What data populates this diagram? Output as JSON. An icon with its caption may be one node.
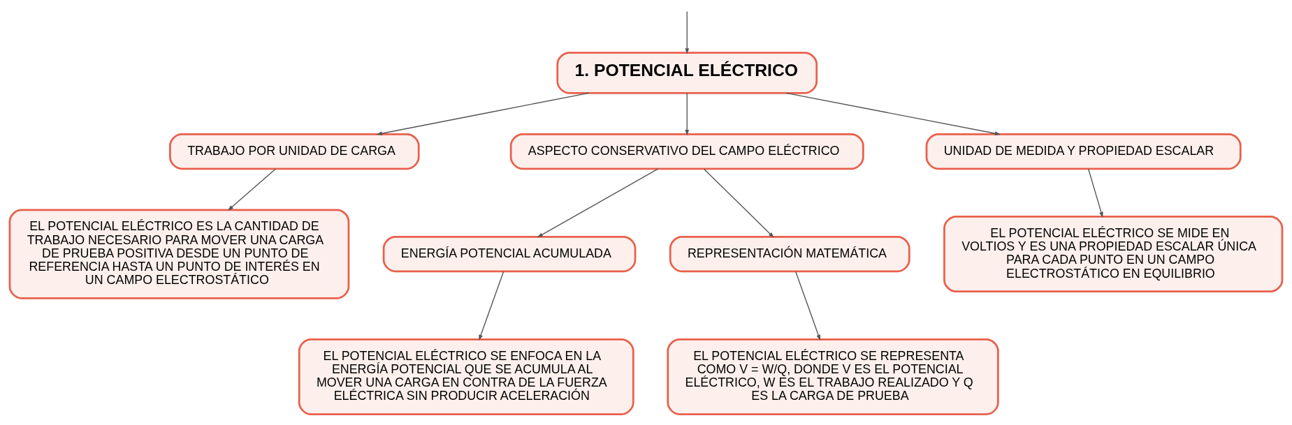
{
  "diagram": {
    "nodes": [
      {
        "text": [
          "1. POTENCIAL ELÉCTRICO"
        ]
      },
      {
        "text": [
          "TRABAJO POR UNIDAD DE CARGA"
        ]
      },
      {
        "text": [
          "ASPECTO CONSERVATIVO DEL CAMPO ELÉCTRICO"
        ]
      },
      {
        "text": [
          "UNIDAD DE MEDIDA Y PROPIEDAD ESCALAR"
        ]
      },
      {
        "text": [
          "EL POTENCIAL ELÉCTRICO ES LA CANTIDAD DE TRABAJO NECESARIO PARA MOVER UNA CARGA DE PRUEBA POSITIVA DESDE UN PUNTO DE REFERENCIA HASTA UN PUNTO DE INTERÉS EN UN CAMPO ELECTROSTÁTICO"
        ]
      },
      {
        "text": [
          "ENERGÍA POTENCIAL ACUMULADA"
        ]
      },
      {
        "text": [
          "REPRESENTACIÓN MATEMÁTICA"
        ]
      },
      {
        "text": [
          "EL POTENCIAL ELÉCTRICO SE ENFOCA EN LA ENERGÍA POTENCIAL QUE SE ACUMULA AL MOVER UNA CARGA EN CONTRA DE LA FUERZA ELÉCTRICA SIN PRODUCIR ACELERACIÓN"
        ]
      },
      {
        "text": [
          "EL POTENCIAL ELÉCTRICO SE REPRESENTA COMO V = W/Q, DONDE V ES EL POTENCIAL ELÉCTRICO, W ES EL TRABAJO REALIZADO Y Q ES LA CARGA DE PRUEBA"
        ]
      },
      {
        "text": [
          "EL POTENCIAL ELÉCTRICO SE MIDE EN VOLTIOS Y ES UNA PROPIEDAD ESCALAR ÚNICA PARA CADA PUNTO EN UN CAMPO ELECTROSTÁTICO EN EQUILIBRIO"
        ]
      }
    ],
    "edges": [
      {
        "from": null,
        "to": 0,
        "arrow": "to"
      },
      {
        "from": 0,
        "to": 1,
        "arrow": "to"
      },
      {
        "from": 0,
        "to": 2,
        "arrow": "to"
      },
      {
        "from": 0,
        "to": 3,
        "arrow": "to"
      },
      {
        "from": 1,
        "to": 4,
        "arrow": "to"
      },
      {
        "from": 2,
        "to": 5,
        "arrow": "to"
      },
      {
        "from": 2,
        "to": 6,
        "arrow": "to"
      },
      {
        "from": 5,
        "to": 7,
        "arrow": "to"
      },
      {
        "from": 6,
        "to": 8,
        "arrow": "to"
      },
      {
        "from": 3,
        "to": 9,
        "arrow": "to"
      }
    ]
  }
}
